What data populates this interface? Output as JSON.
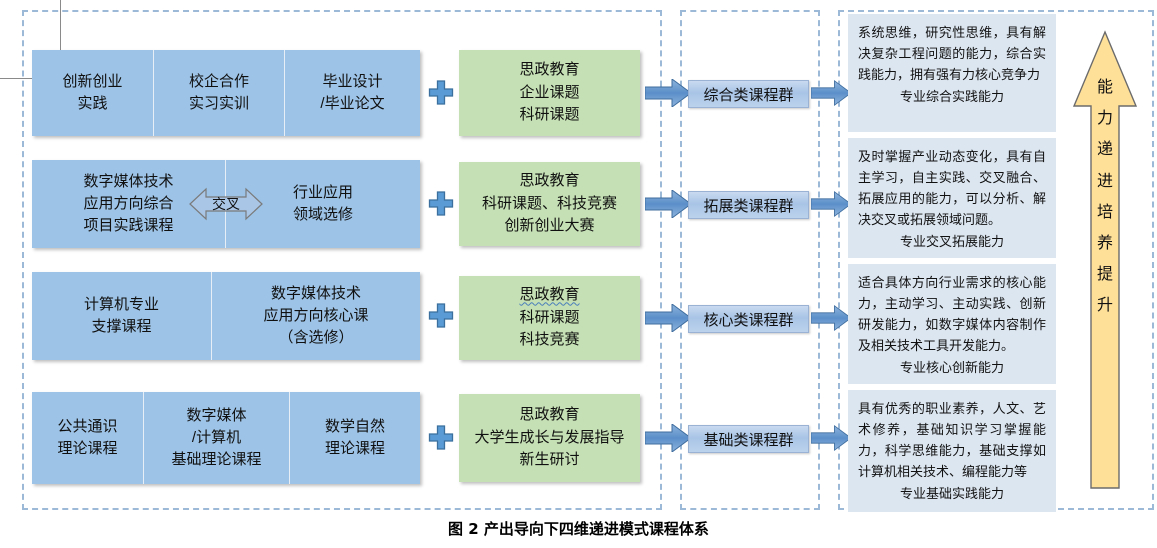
{
  "figure": {
    "caption": "图 2  产出导向下四维递进模式课程体系"
  },
  "colors": {
    "blue_box": "#9dc3e6",
    "green_box": "#c5e0b4",
    "info_box": "#dce6f1",
    "mid_box": "#a8c4e6",
    "arrow_blue": "#4a7ebb",
    "big_arrow_fill": "#ffe099",
    "dashed_border": "#9db9d8"
  },
  "rows": [
    {
      "name": "comprehensive",
      "left_cells": [
        "创新创业\n实践",
        "校企合作\n实习实训",
        "毕业设计\n/毕业论文"
      ],
      "plus": "+",
      "green_lines": [
        "思政教育",
        "企业课题",
        "科研课题"
      ],
      "green_squiggle_index": -1,
      "arrow_left": "arrow-right",
      "group_label": "综合类课程群",
      "arrow_right": "arrow-right",
      "info_body": "系统思维，研究性思维，具有解决复杂工程问题的能力，综合实践能力，拥有强有力核心竞争力",
      "info_tail": "专业综合实践能力"
    },
    {
      "name": "expansion",
      "left_cells": [
        "数字媒体技术\n应用方向综合\n项目实践课程",
        "行业应用\n领域选修"
      ],
      "cross_label": "交叉",
      "plus": "+",
      "green_lines": [
        "思政教育",
        "科研课题、科技竞赛",
        "创新创业大赛"
      ],
      "green_squiggle_index": -1,
      "arrow_left": "arrow-right",
      "group_label": "拓展类课程群",
      "arrow_right": "arrow-right",
      "info_body": "及时掌握产业动态变化，具有自主学习，自主实践、交叉融合、拓展应用的能力，可以分析、解决交叉或拓展领域问题。",
      "info_tail": "专业交叉拓展能力"
    },
    {
      "name": "core",
      "left_cells": [
        "计算机专业\n支撑课程",
        "数字媒体技术\n应用方向核心课\n（含选修）"
      ],
      "plus": "+",
      "green_lines": [
        "思政教育",
        "科研课题",
        "科技竞赛"
      ],
      "green_squiggle_index": 0,
      "arrow_left": "arrow-right",
      "group_label": "核心类课程群",
      "arrow_right": "arrow-right",
      "info_body": "适合具体方向行业需求的核心能力，主动学习、主动实践、创新研发能力，如数字媒体内容制作及相关技术工具开发能力。",
      "info_tail": "专业核心创新能力"
    },
    {
      "name": "foundation",
      "left_cells": [
        "公共通识\n理论课程",
        "数字媒体\n/计算机\n基础理论课程",
        "数学自然\n理论课程"
      ],
      "plus": "+",
      "green_lines": [
        "思政教育",
        "大学生成长与发展指导",
        "新生研讨"
      ],
      "green_squiggle_index": -1,
      "arrow_left": "arrow-right",
      "group_label": "基础类课程群",
      "arrow_right": "arrow-right",
      "info_body": "具有优秀的职业素养，人文、艺术修养，基础知识学习掌握能力，科学思维能力，基础支撑如计算机相关技术、编程能力等",
      "info_tail": "专业基础实践能力"
    }
  ],
  "progression_arrow": {
    "label": "能力递进培养提升",
    "chars": [
      "能",
      "力",
      "递",
      "进",
      "培",
      "养",
      "提",
      "升"
    ],
    "direction": "up"
  }
}
